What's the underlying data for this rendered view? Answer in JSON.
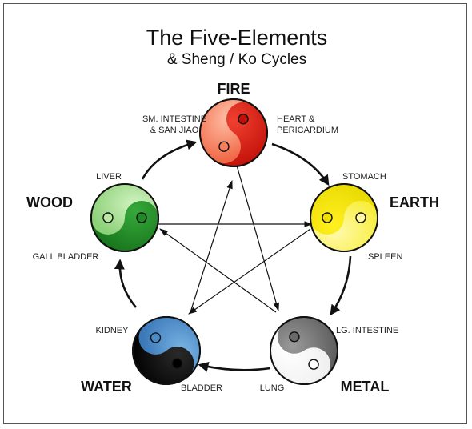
{
  "title": "The Five-Elements",
  "subtitle": "& Sheng / Ko Cycles",
  "elements": {
    "fire": {
      "name": "FIRE",
      "organ_a": "SM. INTESTINE",
      "organ_a2": "& SAN JIAO",
      "organ_b": "HEART &",
      "organ_b2": "PERICARDIUM",
      "color_light": "#ff9a7a",
      "color_dark": "#d81e10"
    },
    "earth": {
      "name": "EARTH",
      "organ_a": "STOMACH",
      "organ_b": "SPLEEN",
      "color_light": "#fff56a",
      "color_dark": "#f2e400"
    },
    "metal": {
      "name": "METAL",
      "organ_a": "LG. INTESTINE",
      "organ_b": "LUNG",
      "color_light": "#ffffff",
      "color_dark": "#6e6e6e"
    },
    "water": {
      "name": "WATER",
      "organ_a": "KIDNEY",
      "organ_b": "BLADDER",
      "color_light": "#4a8cc8",
      "color_dark": "#0a0a0a"
    },
    "wood": {
      "name": "WOOD",
      "organ_a": "LIVER",
      "organ_b": "GALL BLADDER",
      "color_light": "#a8e090",
      "color_dark": "#1e8a24"
    }
  },
  "colors": {
    "line": "#111111",
    "frame": "#555555"
  }
}
